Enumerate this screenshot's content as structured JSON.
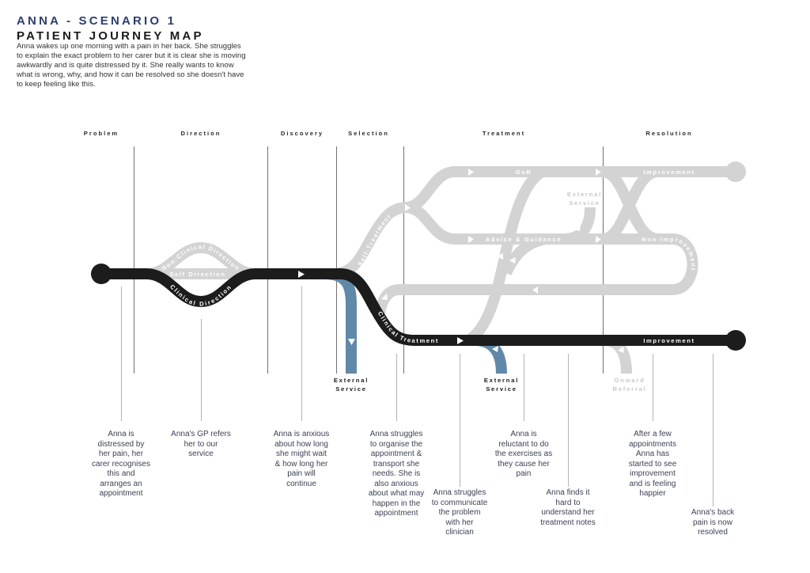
{
  "header": {
    "scenario_title": "ANNA - SCENARIO 1",
    "map_title": "PATIENT JOURNEY MAP",
    "description": "Anna wakes up one morning with a pain in her back. She struggles\nto explain the exact problem to her carer but it is clear she is moving\nawkwardly and is quite distressed by it. She really wants to know\nwhat is wrong, why, and how it can be resolved so she doesn't have\nto keep feeling like this."
  },
  "stages": [
    {
      "label": "Problem"
    },
    {
      "label": "Direction"
    },
    {
      "label": "Discovery"
    },
    {
      "label": "Selection"
    },
    {
      "label": "Treatment"
    },
    {
      "label": "Resolution"
    }
  ],
  "routes": {
    "non_clinical_direction": "Non-Clinical Direction",
    "self_direction": "Self Direction",
    "clinical_direction": "Clinical Direction",
    "self_treatment": "Self-Treatment",
    "gob": "GoB",
    "advice_guidance": "Advice & Guidance",
    "improvement_upper": "Improvement",
    "non_improvement": "Non-Improvement",
    "clinical_treatment": "Clinical Treatment",
    "improvement_main": "Improvement",
    "external_service_discovery": {
      "lines": [
        "External",
        "Service"
      ]
    },
    "external_service_treatment": {
      "lines": [
        "External",
        "Service"
      ]
    },
    "external_service_self": {
      "lines": [
        "External",
        "Service"
      ]
    },
    "onward_referral": {
      "lines": [
        "Onward",
        "Referral"
      ]
    }
  },
  "colors": {
    "main_track": "#1c1c1c",
    "alternative_track": "#d3d3d3",
    "external_track": "#6088a9",
    "title_accent": "#2c3e6e"
  },
  "events": [
    {
      "text": "Anna is\ndistressed by\nher pain, her\ncarer recognises\nthis and\narranges an\nappointment"
    },
    {
      "text": "Anna's GP refers\nher to our\nservice"
    },
    {
      "text": "Anna is anxious\nabout how long\nshe might wait\n& how long her\npain will\ncontinue"
    },
    {
      "text": "Anna struggles\nto organise the\nappointment &\ntransport she\nneeds. She is\nalso anxious\nabout what may\nhappen in the\nappointment"
    },
    {
      "text": "Anna struggles\nto communicate\nthe problem\nwith her\nclinician"
    },
    {
      "text": "Anna is\nreluctant to do\nthe exercises as\nthey cause her\npain"
    },
    {
      "text": "Anna finds it\nhard to\nunderstand her\ntreatment notes"
    },
    {
      "text": "After a few\nappointments\nAnna has\nstarted to see\nimprovement\nand is feeling\nhappier"
    },
    {
      "text": "Anna's back\npain is now\nresolved"
    }
  ]
}
